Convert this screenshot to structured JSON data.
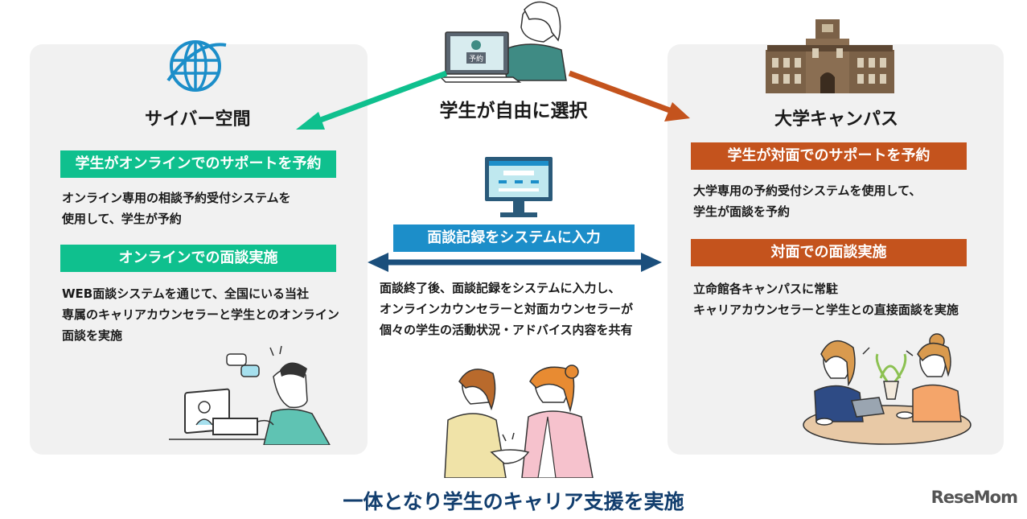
{
  "center": {
    "choice_label": "学生が自由に選択",
    "system_tag": "面談記録をシステムに入力",
    "system_desc": [
      "面談終了後、面談記録をシステムに入力し、",
      "オンラインカウンセラーと対面カウンセラーが",
      "個々の学生の活動状況・アドバイス内容を共有"
    ],
    "laptop_screen_label": "予約"
  },
  "left": {
    "heading": "サイバー空間",
    "tag1": "学生がオンラインでのサポートを予約",
    "desc1": [
      "オンライン専用の相談予約受付システムを",
      "使用して、学生が予約"
    ],
    "tag2": "オンラインでの面談実施",
    "desc2": [
      "WEB面談システムを通じて、全国にいる当社",
      "専属のキャリアカウンセラーと学生とのオンライン",
      "面談を実施"
    ]
  },
  "right": {
    "heading": "大学キャンパス",
    "tag1": "学生が対面でのサポートを予約",
    "desc1": [
      "大学専用の予約受付システムを使用して、",
      "学生が面談を予約"
    ],
    "tag2": "対面での面談実施",
    "desc2": [
      "立命館各キャンパスに常駐",
      "キャリアカウンセラーと学生との直接面談を実施"
    ]
  },
  "footer": {
    "title": "一体となり学生のキャリア支援を実施",
    "logo": "ReseMom"
  },
  "colors": {
    "green": "#0fc08e",
    "orange": "#c4531d",
    "blue": "#1c8ec9",
    "navy": "#123e6e",
    "panel": "#f1f1f1"
  },
  "icons": [
    "globe-icon",
    "university-building-icon",
    "student-laptop-illustration",
    "desktop-monitor-icon",
    "video-call-illustration",
    "handshake-illustration",
    "face-to-face-meeting-illustration"
  ]
}
